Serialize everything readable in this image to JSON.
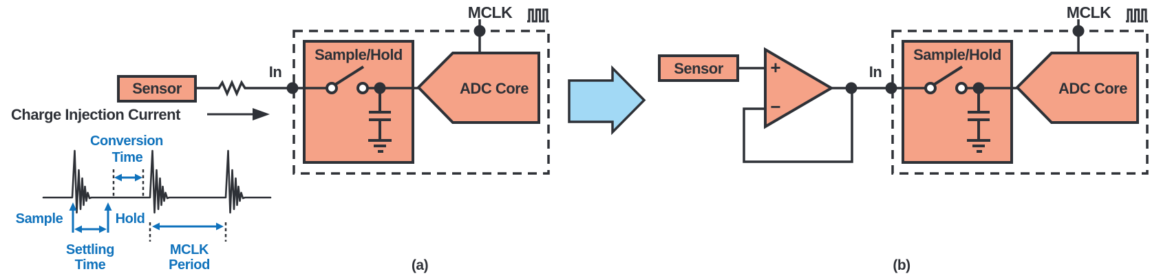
{
  "colors": {
    "salmon": "#F5A287",
    "outline": "#2E3137",
    "blue": "#0F72BC",
    "arrow_fill": "#A2D9F5"
  },
  "diagram_a": {
    "caption": "(a)",
    "sensor_label": "Sensor",
    "in_label": "In",
    "charge_injection_label": "Charge Injection Current",
    "sample_hold_label": "Sample/Hold",
    "adc_core_label": "ADC Core",
    "mclk_label": "MCLK",
    "timing": {
      "conversion_line1": "Conversion",
      "conversion_line2": "Time",
      "sample_label": "Sample",
      "hold_label": "Hold",
      "settling_line1": "Settling",
      "settling_line2": "Time",
      "mclk_period_line1": "MCLK",
      "mclk_period_line2": "Period"
    }
  },
  "diagram_b": {
    "caption": "(b)",
    "sensor_label": "Sensor",
    "in_label": "In",
    "opamp_plus": "+",
    "opamp_minus": "−",
    "sample_hold_label": "Sample/Hold",
    "adc_core_label": "ADC Core",
    "mclk_label": "MCLK"
  }
}
